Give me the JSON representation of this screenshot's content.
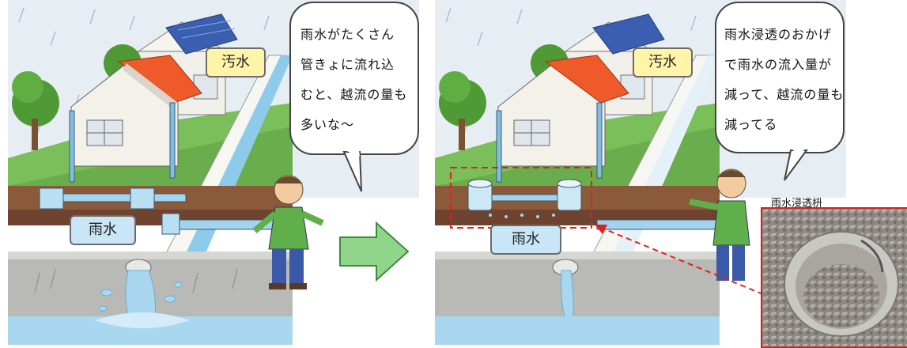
{
  "left_panel": {
    "sewage_label": "汚水",
    "rainwater_label": "雨水",
    "speech_lines": [
      "雨水がたくさん",
      "管きょに流れ込",
      "むと、越流の量も",
      "多いな〜"
    ]
  },
  "right_panel": {
    "sewage_label": "汚水",
    "rainwater_label": "雨水",
    "speech_lines": [
      "雨水浸透のおかげ",
      "で雨水の流入量が",
      "減って、越流の量も",
      "減ってる"
    ]
  },
  "photo_label": "雨水浸透枡",
  "colors": {
    "arrow_fill": "#8fd68a",
    "highlight_red": "#e02020",
    "roof_red": "#ee5a2a",
    "solar_blue": "#3a5fb0",
    "water_blue": "#a9d7ef"
  }
}
